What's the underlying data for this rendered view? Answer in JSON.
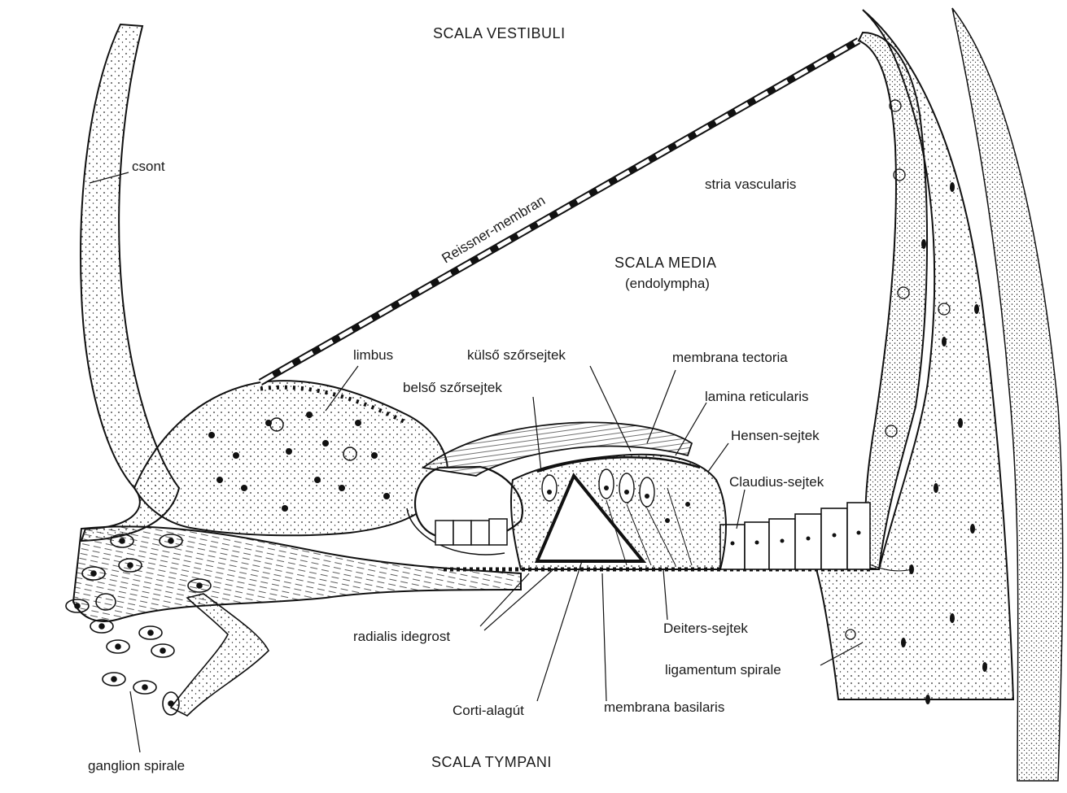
{
  "labels": {
    "scala_vestibuli": "SCALA VESTIBULI",
    "csont": "csont",
    "reissner": "Reissner-membran",
    "stria": "stria vascularis",
    "scala_media": "SCALA MEDIA",
    "endolympha": "(endolympha)",
    "limbus": "limbus",
    "kulso": "külső szőrsejtek",
    "tectoria": "membrana tectoria",
    "belso": "belső szőrsejtek",
    "reticularis": "lamina reticularis",
    "hensen": "Hensen-sejtek",
    "claudius": "Claudius-sejtek",
    "radialis": "radialis idegrost",
    "deiters": "Deiters-sejtek",
    "ligamentum": "ligamentum spirale",
    "corti": "Corti-alagút",
    "basilaris": "membrana basilaris",
    "scala_tympani": "SCALA TYMPANI",
    "ganglion": "ganglion spirale"
  }
}
